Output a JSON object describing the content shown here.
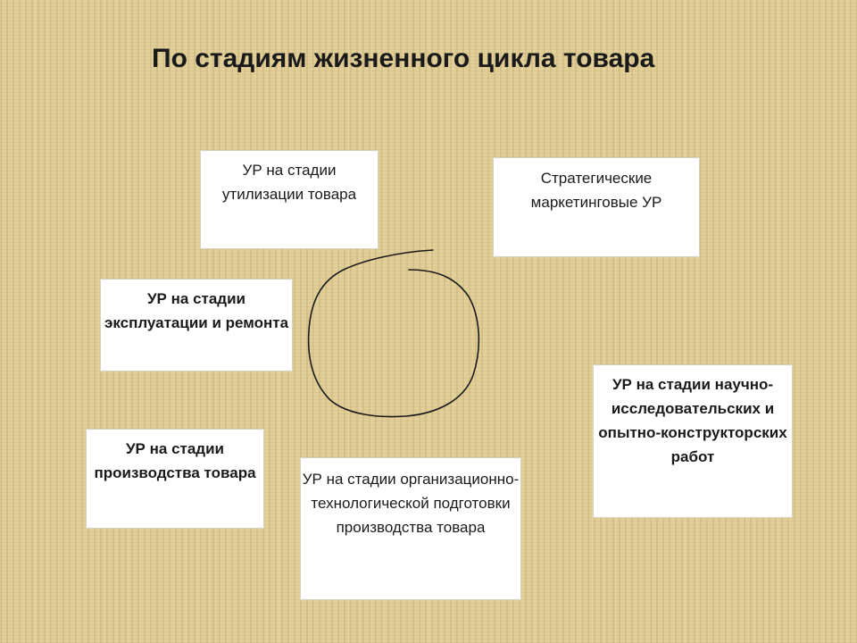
{
  "slide": {
    "title": "По стадиям жизненного цикла товара"
  },
  "boxes": {
    "utilization": "УР на стадии утилизации товара",
    "strategic": "Стратегические маркетинговые УР",
    "operation": "УР на стадии эксплуатации и ремонта",
    "production": "УР на стадии производства товара",
    "preparation": "УР на стадии организационно-технологической подготовки производства товара",
    "research": "УР на стадии научно-исследовательских и опытно-конструкторских работ"
  },
  "colors": {
    "background": "#e2cf98",
    "box": "#ffffff",
    "text": "#1a1a1a",
    "circle_stroke": "#1a1a1a"
  }
}
